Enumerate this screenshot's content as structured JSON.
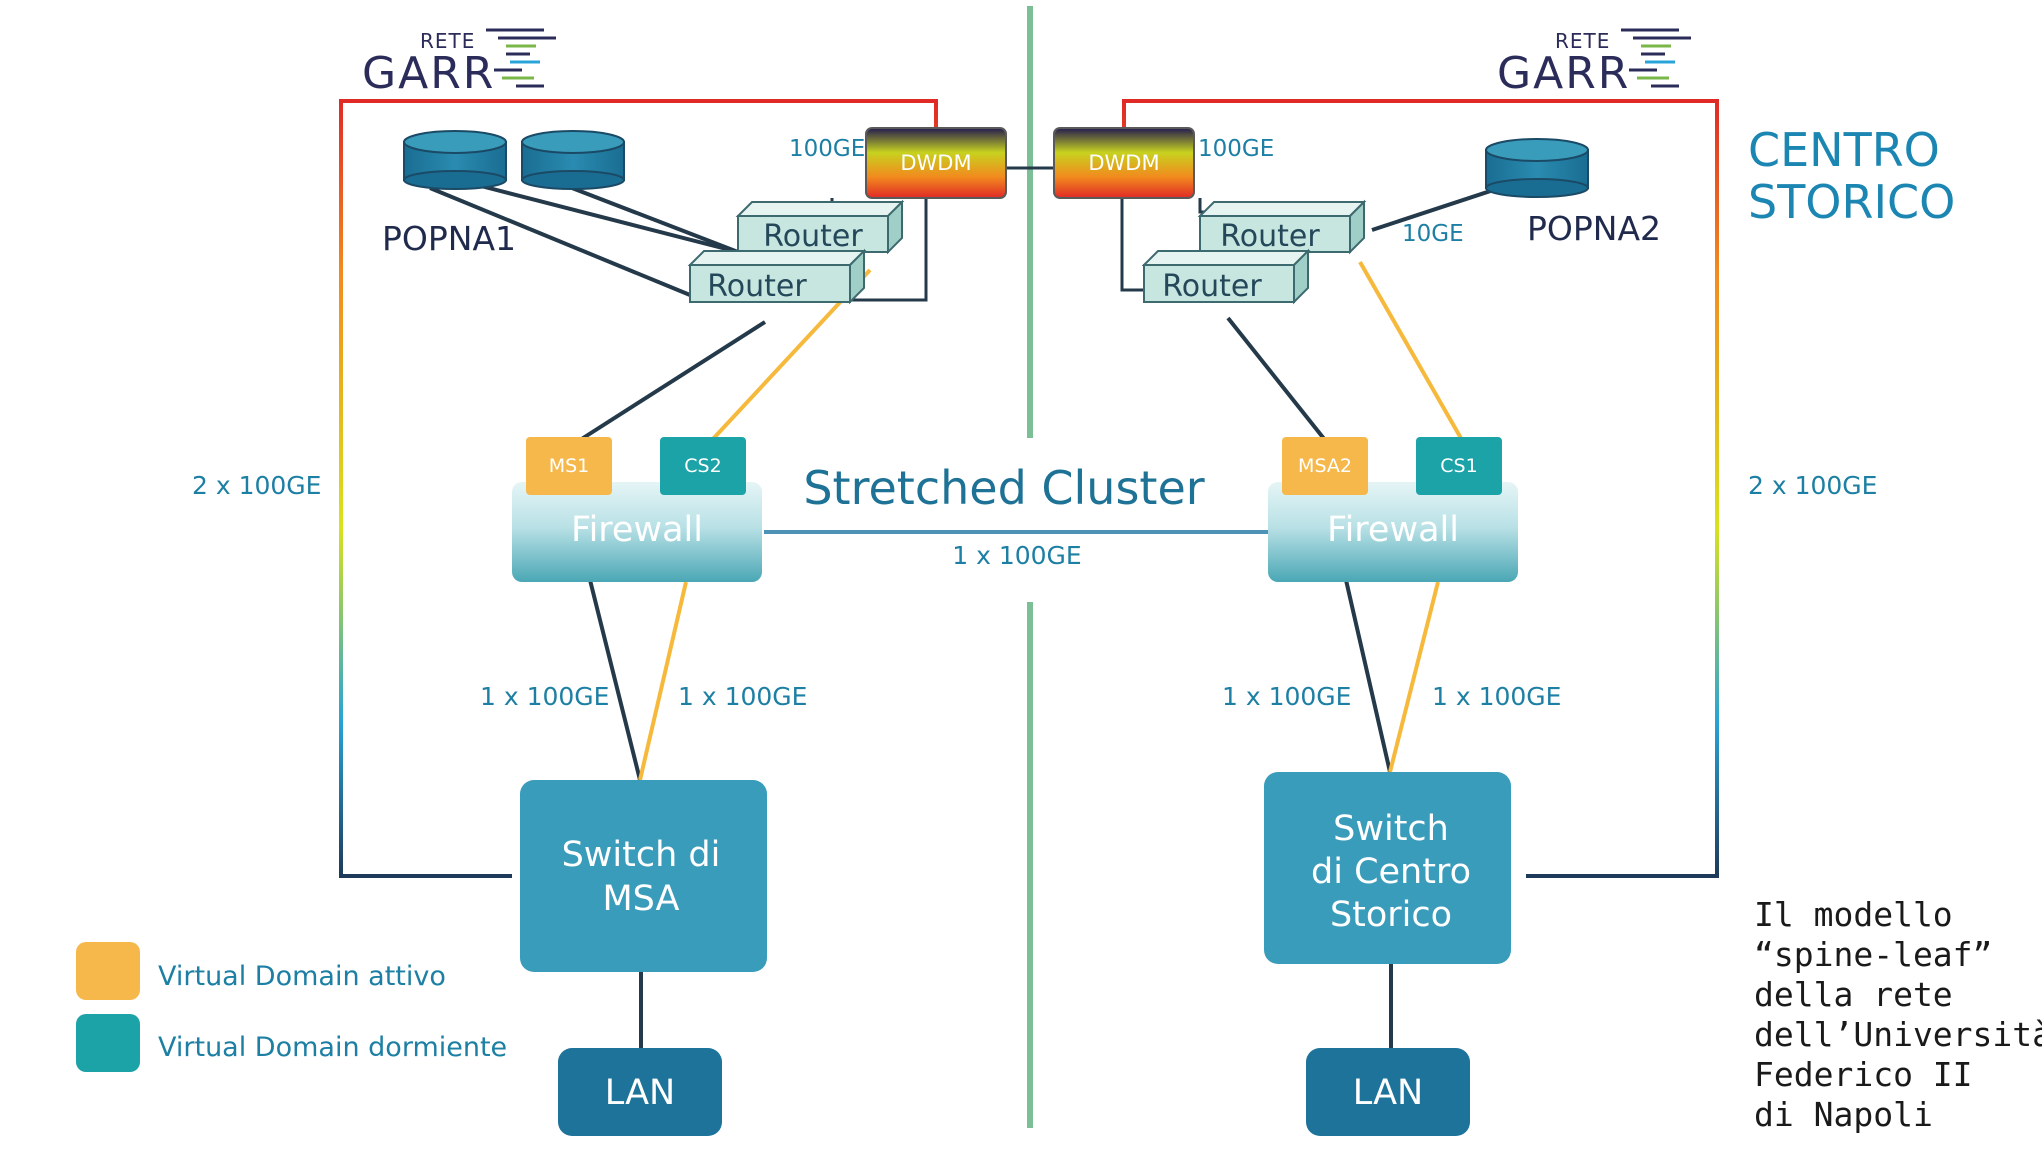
{
  "logo": {
    "rete": "RETE",
    "garr": "GARR"
  },
  "popna1": {
    "label": "POPNA1",
    "link_label": "100GE"
  },
  "popna2": {
    "label": "POPNA2",
    "link_label": "100GE",
    "uplink_label": "10GE"
  },
  "dwdm_label": "DWDM",
  "router_label": "Router",
  "badges": {
    "ms1": "MS1",
    "cs2": "CS2",
    "msa2": "MSA2",
    "cs1": "CS1"
  },
  "firewall_label": "Firewall",
  "cluster": {
    "title": "Stretched Cluster",
    "link": "1 x 100GE"
  },
  "links": {
    "left_ring": "2 x 100GE",
    "right_ring": "2 x 100GE",
    "left_fw_sw_a": "1 x 100GE",
    "left_fw_sw_b": "1 x 100GE",
    "right_fw_sw_a": "1 x 100GE",
    "right_fw_sw_b": "1 x 100GE"
  },
  "switch_left": {
    "line1": "Switch di",
    "line2": "MSA"
  },
  "switch_right": {
    "line1": "Switch",
    "line2": "di Centro",
    "line3": "Storico"
  },
  "lan_label": "LAN",
  "centro_storico": {
    "line1": "CENTRO",
    "line2": "STORICO"
  },
  "legend": {
    "active": {
      "label": "Virtual Domain attivo",
      "color": "#f6b84a"
    },
    "dormant": {
      "label": "Virtual Domain dormiente",
      "color": "#1ba3a8"
    }
  },
  "caption": [
    "Il modello",
    "“spine-leaf”",
    "della rete",
    "dell’Università",
    "Federico II",
    "di Napoli"
  ],
  "colors": {
    "dark_line": "#243a4a",
    "active_line": "#f6b93b",
    "divider": "#7bbf96",
    "switch": "#3a9cbb",
    "lan": "#1d739a",
    "router": "#c8e6e0"
  }
}
